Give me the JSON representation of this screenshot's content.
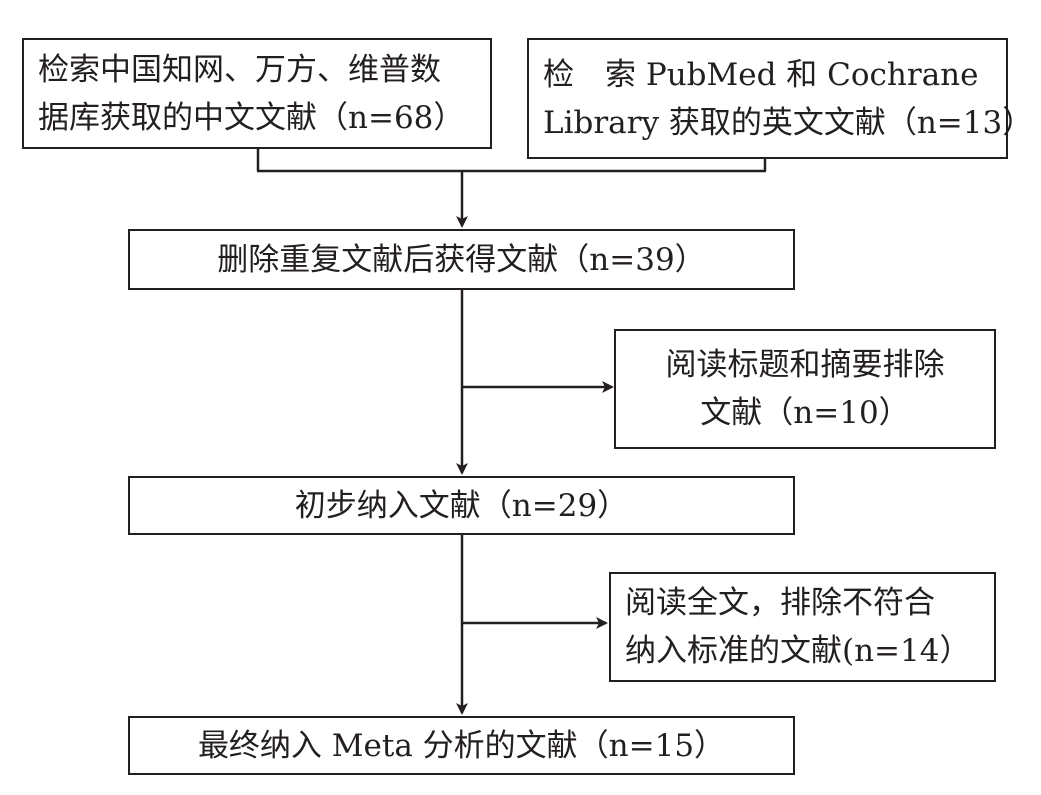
{
  "boxes": {
    "source_cn": {
      "lines": [
        "检索中国知网、万方、维普数",
        "据库获取的中文文献（n=68）"
      ]
    },
    "source_en": {
      "lines": [
        "检　索 PubMed 和 Cochrane",
        "Library 获取的英文文献（n=13）"
      ]
    },
    "dedup": {
      "lines": [
        "删除重复文献后获得文献（n=39）"
      ]
    },
    "excluded_title": {
      "lines": [
        "阅读标题和摘要排除",
        "文献（n=10）"
      ]
    },
    "initial": {
      "lines": [
        "初步纳入文献（n=29）"
      ]
    },
    "excluded_full": {
      "lines": [
        "阅读全文，排除不符合",
        "纳入标准的文献(n=14）"
      ]
    },
    "final": {
      "lines": [
        "最终纳入 Meta 分析的文献（n=15）"
      ]
    }
  },
  "colors": {
    "stroke": "#231f20",
    "background": "#ffffff"
  }
}
